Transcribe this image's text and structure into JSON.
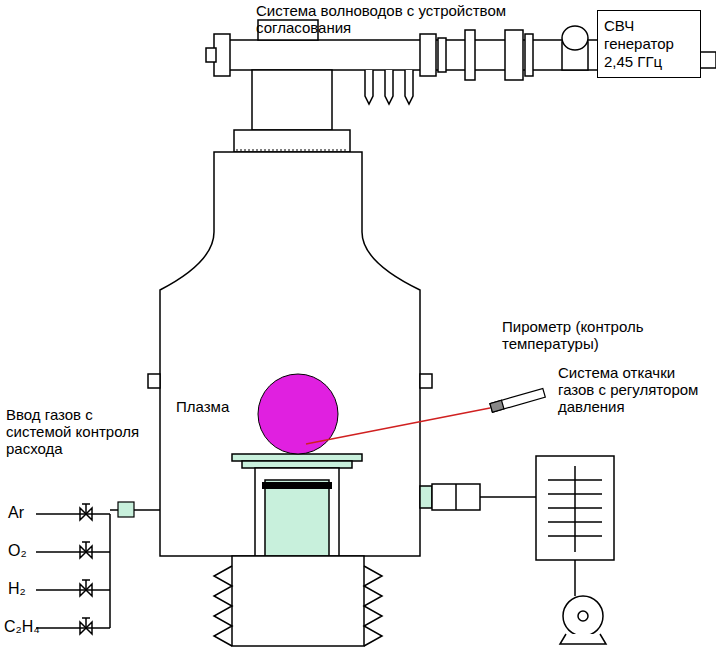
{
  "diagram": {
    "nodes": [
      {
        "text": [
          "СВЧ генератор 2,45 ГГц"
        ]
      }
    ],
    "labels": [
      "Система волноводов с устройством согласования",
      "Пирометр (контроль температуры)",
      "Плазма",
      "Система откачки газов с регулятором давления",
      "Ввод газов с системой контроля расхода",
      "Ar",
      "O₂",
      "H₂",
      "C₂H₄"
    ]
  }
}
